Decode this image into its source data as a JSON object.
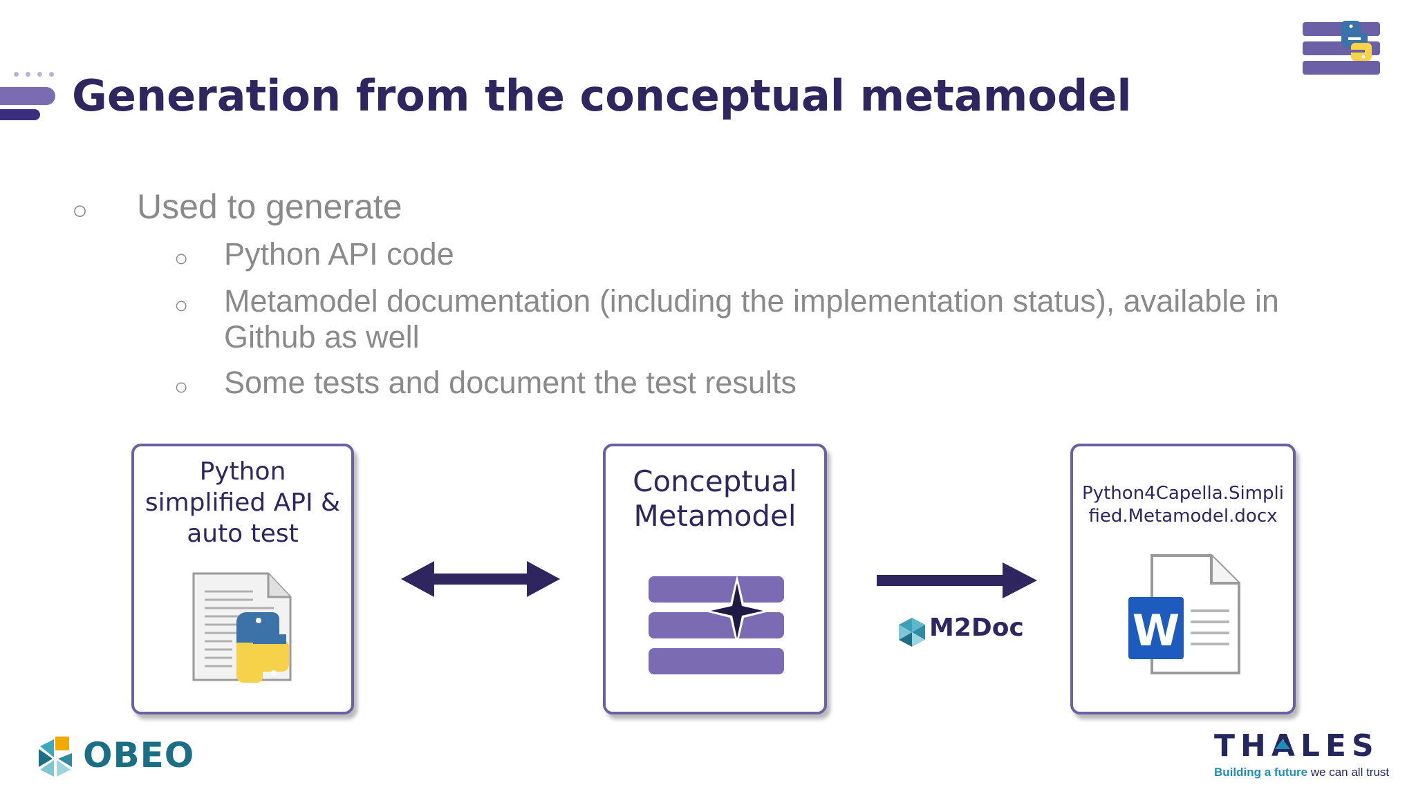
{
  "title": "Generation from the conceptual metamodel",
  "bullets": {
    "mark": "○",
    "main": "Used to generate",
    "sub": [
      "Python API code",
      "Metamodel documentation (including the implementation status), available in Github as well",
      "Some tests and document the test results"
    ]
  },
  "diagram": {
    "box_left": {
      "line1": "Python",
      "line2": "simplified API &",
      "line3": "auto test",
      "icon": "python-file-icon"
    },
    "box_middle": {
      "line1": "Conceptual",
      "line2": "Metamodel",
      "icon": "metamodel-stack-icon"
    },
    "box_right": {
      "line1": "Python4Capella.Simpli",
      "line2": "fied.Metamodel.docx",
      "icon": "word-document-icon"
    },
    "connector_left": "bidirectional-arrow",
    "connector_right": "right-arrow",
    "tool_label": "M2Doc"
  },
  "footer": {
    "left_logo": "OBEO",
    "right_logo": "THALES",
    "tagline_highlight": "Building a future",
    "tagline_rest": " we can all trust"
  },
  "colors": {
    "primary": "#2f255f",
    "accent": "#6b5fa5",
    "bullet_text": "#8a8a8a",
    "word_blue": "#1e5bbf"
  }
}
